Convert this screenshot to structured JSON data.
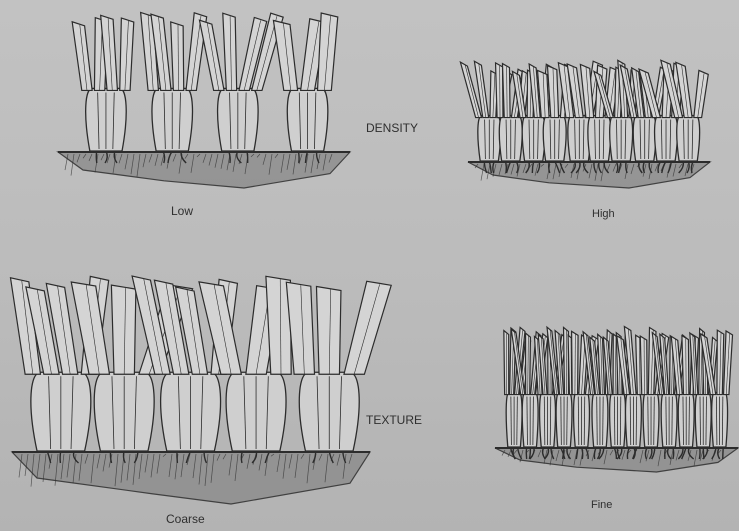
{
  "labels": {
    "density": "DENSITY",
    "texture": "TEXTURE",
    "low": "Low",
    "high": "High",
    "coarse": "Coarse",
    "fine": "Fine"
  },
  "colors": {
    "background": "#bcbcbc",
    "ink": "#2f2f2f"
  }
}
